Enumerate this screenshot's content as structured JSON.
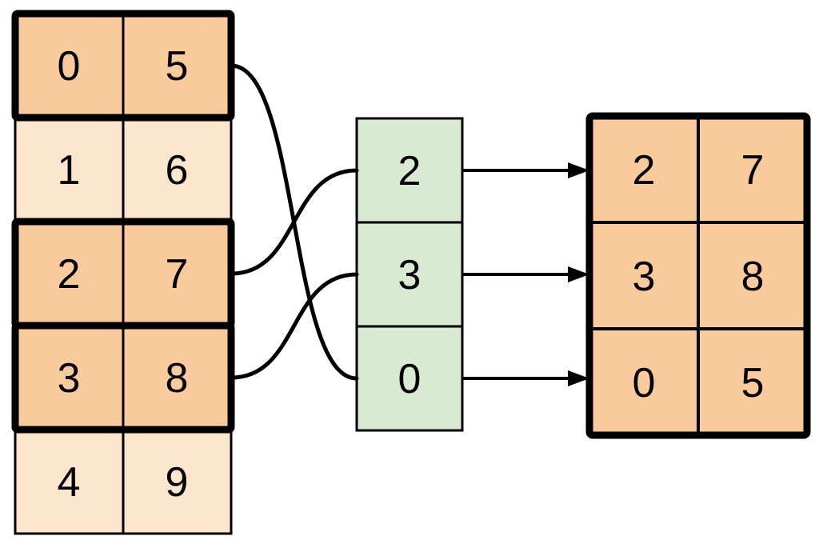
{
  "colors": {
    "background": "#FFFFFF",
    "row_highlight": "#F9CB9C",
    "row_light": "#FCE5CD",
    "index_fill": "#D9EAD3",
    "line": "#000000"
  },
  "source_table": {
    "rows": [
      {
        "cells": [
          "0",
          "5"
        ],
        "highlighted": true
      },
      {
        "cells": [
          "1",
          "6"
        ],
        "highlighted": false
      },
      {
        "cells": [
          "2",
          "7"
        ],
        "highlighted": true
      },
      {
        "cells": [
          "3",
          "8"
        ],
        "highlighted": true
      },
      {
        "cells": [
          "4",
          "9"
        ],
        "highlighted": false
      }
    ]
  },
  "index_column": {
    "cells": [
      "2",
      "3",
      "0"
    ]
  },
  "output_table": {
    "rows": [
      {
        "cells": [
          "2",
          "7"
        ]
      },
      {
        "cells": [
          "3",
          "8"
        ]
      },
      {
        "cells": [
          "0",
          "5"
        ]
      }
    ]
  },
  "connections": {
    "curves": [
      {
        "from": "source-row-0",
        "to": "index-cell-2"
      },
      {
        "from": "source-row-2",
        "to": "index-cell-0"
      },
      {
        "from": "source-row-3",
        "to": "index-cell-1"
      }
    ],
    "arrows": [
      {
        "from": "index-cell-0",
        "to": "output-row-0"
      },
      {
        "from": "index-cell-1",
        "to": "output-row-1"
      },
      {
        "from": "index-cell-2",
        "to": "output-row-2"
      }
    ]
  }
}
